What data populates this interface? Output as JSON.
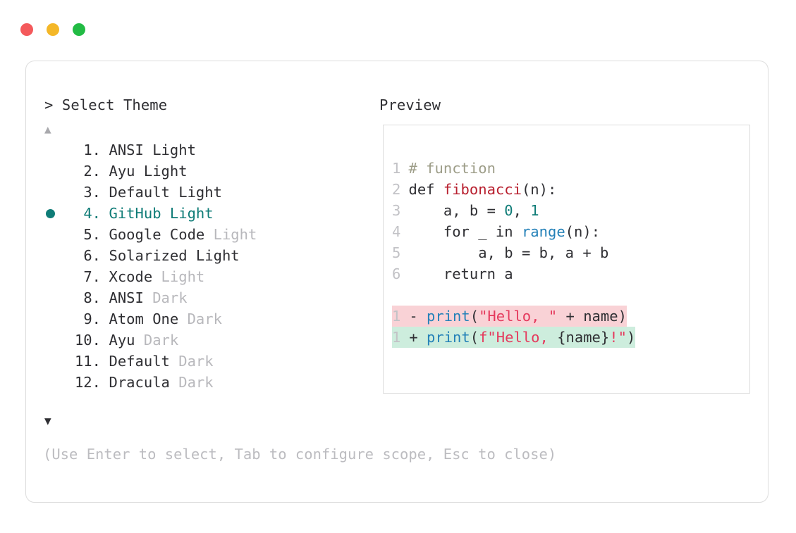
{
  "window": {
    "traffic_lights": [
      {
        "name": "close",
        "color": "#f4595b"
      },
      {
        "name": "minimize",
        "color": "#f4b728"
      },
      {
        "name": "maximize",
        "color": "#22bb44"
      }
    ]
  },
  "prompt": {
    "header": "> Select Theme",
    "scroll_up_icon": "▲",
    "scroll_down_icon": "▼",
    "hint": "(Use Enter to select, Tab to configure scope, Esc to close)",
    "selected_index": 4,
    "accent_color": "#0f7c77",
    "items": [
      {
        "index": "1.",
        "name": "ANSI",
        "suffix": "Light",
        "suffix_muted": false,
        "selected": false
      },
      {
        "index": "2.",
        "name": "Ayu",
        "suffix": "Light",
        "suffix_muted": false,
        "selected": false
      },
      {
        "index": "3.",
        "name": "Default",
        "suffix": "Light",
        "suffix_muted": false,
        "selected": false
      },
      {
        "index": "4.",
        "name": "GitHub",
        "suffix": "Light",
        "suffix_muted": false,
        "selected": true
      },
      {
        "index": "5.",
        "name": "Google Code",
        "suffix": "Light",
        "suffix_muted": true,
        "selected": false
      },
      {
        "index": "6.",
        "name": "Solarized",
        "suffix": "Light",
        "suffix_muted": false,
        "selected": false
      },
      {
        "index": "7.",
        "name": "Xcode",
        "suffix": "Light",
        "suffix_muted": true,
        "selected": false
      },
      {
        "index": "8.",
        "name": "ANSI",
        "suffix": "Dark",
        "suffix_muted": true,
        "selected": false
      },
      {
        "index": "9.",
        "name": "Atom One",
        "suffix": "Dark",
        "suffix_muted": true,
        "selected": false
      },
      {
        "index": "10.",
        "name": "Ayu",
        "suffix": "Dark",
        "suffix_muted": true,
        "selected": false
      },
      {
        "index": "11.",
        "name": "Default",
        "suffix": "Dark",
        "suffix_muted": true,
        "selected": false
      },
      {
        "index": "12.",
        "name": "Dracula",
        "suffix": "Dark",
        "suffix_muted": true,
        "selected": false
      }
    ]
  },
  "preview": {
    "header": "Preview",
    "code_lines": [
      {
        "ln": "1",
        "tokens": [
          {
            "t": "# function",
            "c": "comment"
          }
        ]
      },
      {
        "ln": "2",
        "tokens": [
          {
            "t": "def ",
            "c": "keyword"
          },
          {
            "t": "fibonacci",
            "c": "func"
          },
          {
            "t": "(n):",
            "c": "plain"
          }
        ]
      },
      {
        "ln": "3",
        "tokens": [
          {
            "t": "    a, b = ",
            "c": "plain"
          },
          {
            "t": "0",
            "c": "number"
          },
          {
            "t": ", ",
            "c": "plain"
          },
          {
            "t": "1",
            "c": "number"
          }
        ]
      },
      {
        "ln": "4",
        "tokens": [
          {
            "t": "    for _ in ",
            "c": "plain"
          },
          {
            "t": "range",
            "c": "builtin"
          },
          {
            "t": "(n):",
            "c": "plain"
          }
        ]
      },
      {
        "ln": "5",
        "tokens": [
          {
            "t": "        a, b = b, a + b",
            "c": "plain"
          }
        ]
      },
      {
        "ln": "6",
        "tokens": [
          {
            "t": "    return a",
            "c": "plain"
          }
        ]
      }
    ],
    "diff_lines": [
      {
        "ln": "1",
        "sign": "-",
        "highlight": "#f9d2d6",
        "tokens": [
          {
            "t": "print",
            "c": "builtin"
          },
          {
            "t": "(",
            "c": "plain"
          },
          {
            "t": "\"Hello, \"",
            "c": "string"
          },
          {
            "t": " + name)",
            "c": "plain"
          }
        ]
      },
      {
        "ln": "1",
        "sign": "+",
        "highlight": "#cdeddd",
        "tokens": [
          {
            "t": "print",
            "c": "builtin"
          },
          {
            "t": "(",
            "c": "plain"
          },
          {
            "t": "f\"Hello, ",
            "c": "string"
          },
          {
            "t": "{name}",
            "c": "plain"
          },
          {
            "t": "!\"",
            "c": "string"
          },
          {
            "t": ")",
            "c": "plain"
          }
        ]
      }
    ]
  }
}
